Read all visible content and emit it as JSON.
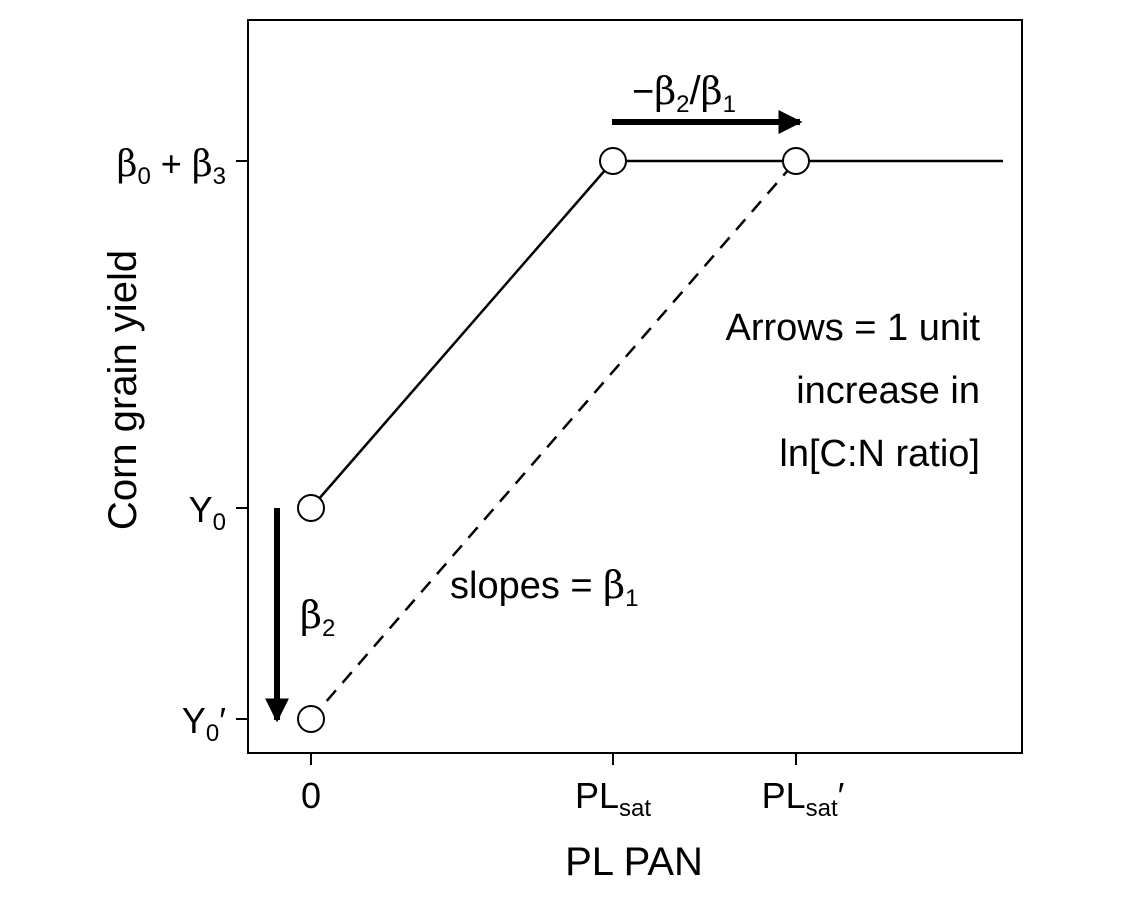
{
  "axes": {
    "xlabel": "PL PAN",
    "ylabel": "Corn grain yield",
    "x_ticks": [
      {
        "key": "zero",
        "main": "0",
        "sub": "",
        "prime": ""
      },
      {
        "key": "plsat",
        "main": "PL",
        "sub": "sat",
        "prime": ""
      },
      {
        "key": "plsat_prime",
        "main": "PL",
        "sub": "sat",
        "prime": "′"
      }
    ],
    "y_ticks": [
      {
        "key": "plateau",
        "b0": "β",
        "b0_sub": "0",
        "plus": " + ",
        "b3": "β",
        "b3_sub": "3"
      },
      {
        "key": "y0",
        "main": "Y",
        "sub": "0",
        "prime": ""
      },
      {
        "key": "y0_prime",
        "main": "Y",
        "sub": "0",
        "prime": "′"
      }
    ]
  },
  "annotations": {
    "shift_label": {
      "minus": "−",
      "b2": "β",
      "b2_sub": "2",
      "slash": "/",
      "b1": "β",
      "b1_sub": "1"
    },
    "beta2_label": {
      "b": "β",
      "sub": "2"
    },
    "slopes_label": {
      "text": "slopes",
      "eq": " = ",
      "b": "β",
      "sub": "1"
    },
    "note_lines": [
      "Arrows = 1 unit",
      "increase in",
      "ln[C:N ratio]"
    ]
  },
  "chart_data": {
    "type": "line",
    "series": [
      {
        "style": "solid",
        "points": [
          {
            "x": 0,
            "y": "Y0"
          },
          {
            "x": "PLsat",
            "y": "β0+β3"
          },
          {
            "x": "end",
            "y": "β0+β3"
          }
        ]
      },
      {
        "style": "dashed",
        "points": [
          {
            "x": 0,
            "y": "Y0′"
          },
          {
            "x": "PLsat′",
            "y": "β0+β3"
          }
        ]
      }
    ],
    "markers": [
      "Y0 at 0",
      "Y0′ at 0",
      "plateau at PLsat",
      "plateau at PLsat′"
    ],
    "legend": "none",
    "grid": false
  },
  "colors": {
    "line": "#000000",
    "background": "#ffffff"
  }
}
